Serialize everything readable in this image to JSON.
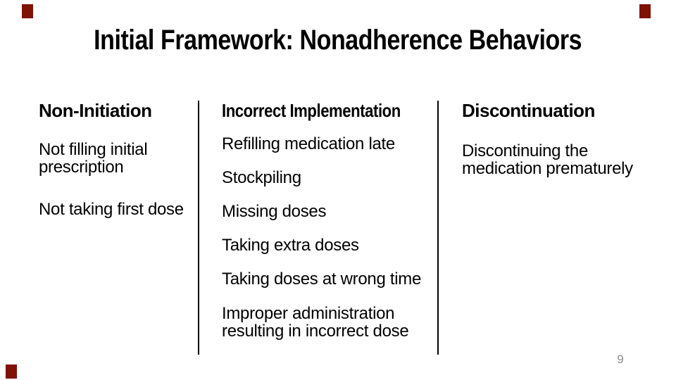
{
  "slide": {
    "title": "Initial Framework: Nonadherence Behaviors",
    "page_number": "9",
    "columns": [
      {
        "header": "Non-Initiation",
        "items": [
          "Not filling initial prescription",
          "Not taking first dose"
        ]
      },
      {
        "header": "Incorrect Implementation",
        "items": [
          "Refilling medication late",
          "Stockpiling",
          "Missing doses",
          "Taking extra doses",
          "Taking doses at wrong time",
          "Improper administration resulting in incorrect dose"
        ]
      },
      {
        "header": "Discontinuation",
        "items": [
          "Discontinuing the medication prematurely"
        ]
      }
    ],
    "colors": {
      "background": "#ffffff",
      "text": "#000000",
      "divider": "#000000",
      "accent_corner_marks": "#7f1105",
      "page_number": "#8c8c8c"
    }
  }
}
